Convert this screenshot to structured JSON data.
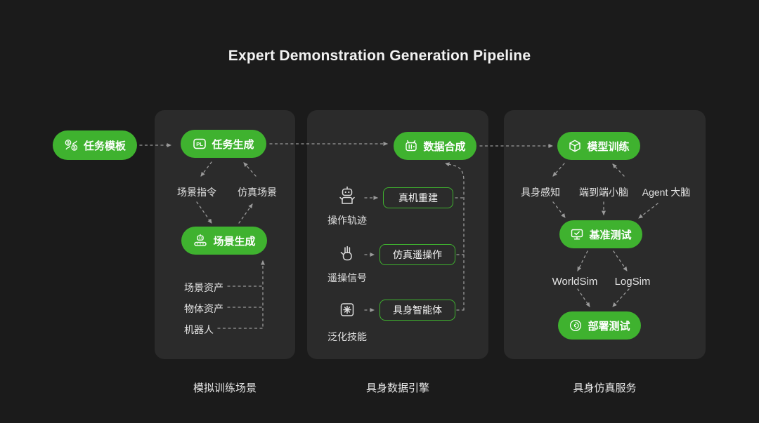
{
  "title": "Expert Demonstration Generation Pipeline",
  "colors": {
    "background": "#1b1b1b",
    "panel": "#2b2b2b",
    "accent": "#3fb22f",
    "text": "#f2f2f2",
    "muted": "#d9d9d9",
    "arrow": "#9a9a9a"
  },
  "icons": {
    "pl_badge": "PL",
    "dollar": "$"
  },
  "start": {
    "label": "任务模板"
  },
  "panel1": {
    "caption": "模拟训练场景",
    "task_generation": "任务生成",
    "scene_instruction": "场景指令",
    "sim_scene": "仿真场景",
    "scene_generation": "场景生成",
    "assets": [
      "场景资产",
      "物体资产",
      "机器人"
    ]
  },
  "panel2": {
    "caption": "具身数据引擎",
    "data_synthesis": "数据合成",
    "rows": [
      {
        "icon": "robot-icon",
        "source": "操作轨迹",
        "target": "真机重建"
      },
      {
        "icon": "glove-icon",
        "source": "遥操信号",
        "target": "仿真遥操作"
      },
      {
        "icon": "skill-icon",
        "source": "泛化技能",
        "target": "具身智能体"
      }
    ]
  },
  "panel3": {
    "caption": "具身仿真服务",
    "model_training": "模型训练",
    "brains": [
      "具身感知",
      "端到端小脑",
      "Agent 大脑"
    ],
    "benchmark": "基准测试",
    "simulators": [
      "WorldSim",
      "LogSim"
    ],
    "deployment": "部署测试"
  }
}
